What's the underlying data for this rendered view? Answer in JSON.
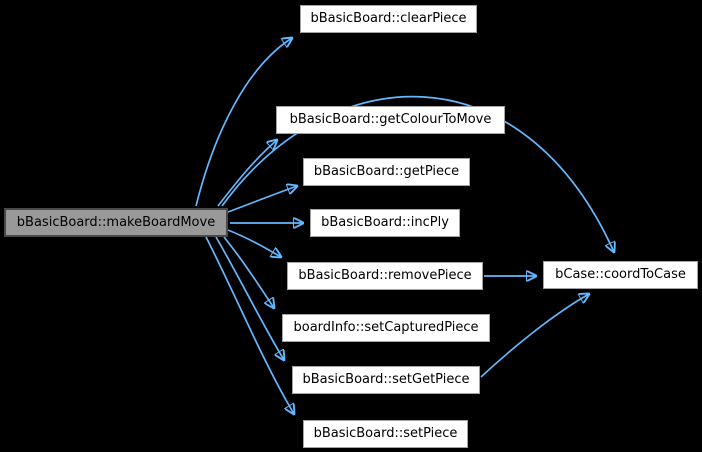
{
  "diagram": {
    "type": "doxygen-call-graph",
    "nodes": [
      {
        "id": "makeBoardMove",
        "label": "bBasicBoard::makeBoardMove",
        "role": "current-function"
      },
      {
        "id": "clearPiece",
        "label": "bBasicBoard::clearPiece",
        "role": "called-function"
      },
      {
        "id": "getColourToMove",
        "label": "bBasicBoard::getColourToMove",
        "role": "called-function"
      },
      {
        "id": "getPiece",
        "label": "bBasicBoard::getPiece",
        "role": "called-function"
      },
      {
        "id": "incPly",
        "label": "bBasicBoard::incPly",
        "role": "called-function"
      },
      {
        "id": "removePiece",
        "label": "bBasicBoard::removePiece",
        "role": "called-function"
      },
      {
        "id": "setCapturedPiece",
        "label": "boardInfo::setCapturedPiece",
        "role": "called-function"
      },
      {
        "id": "setGetPiece",
        "label": "bBasicBoard::setGetPiece",
        "role": "called-function"
      },
      {
        "id": "setPiece",
        "label": "bBasicBoard::setPiece",
        "role": "called-function"
      },
      {
        "id": "coordToCase",
        "label": "bCase::coordToCase",
        "role": "called-function"
      }
    ],
    "edges": [
      {
        "from": "makeBoardMove",
        "to": "clearPiece"
      },
      {
        "from": "makeBoardMove",
        "to": "coordToCase"
      },
      {
        "from": "makeBoardMove",
        "to": "getColourToMove"
      },
      {
        "from": "makeBoardMove",
        "to": "getPiece"
      },
      {
        "from": "makeBoardMove",
        "to": "incPly"
      },
      {
        "from": "makeBoardMove",
        "to": "removePiece"
      },
      {
        "from": "makeBoardMove",
        "to": "setCapturedPiece"
      },
      {
        "from": "makeBoardMove",
        "to": "setGetPiece"
      },
      {
        "from": "makeBoardMove",
        "to": "setPiece"
      },
      {
        "from": "removePiece",
        "to": "coordToCase"
      },
      {
        "from": "setGetPiece",
        "to": "coordToCase"
      }
    ],
    "colors": {
      "background": "#000000",
      "edge": "#63B8FF",
      "node_background": "#FFFFFF",
      "node_border": "#A3A3A3",
      "node_text": "#000000",
      "current_node_background": "#999999",
      "current_node_border": "#4A4A4A"
    }
  }
}
